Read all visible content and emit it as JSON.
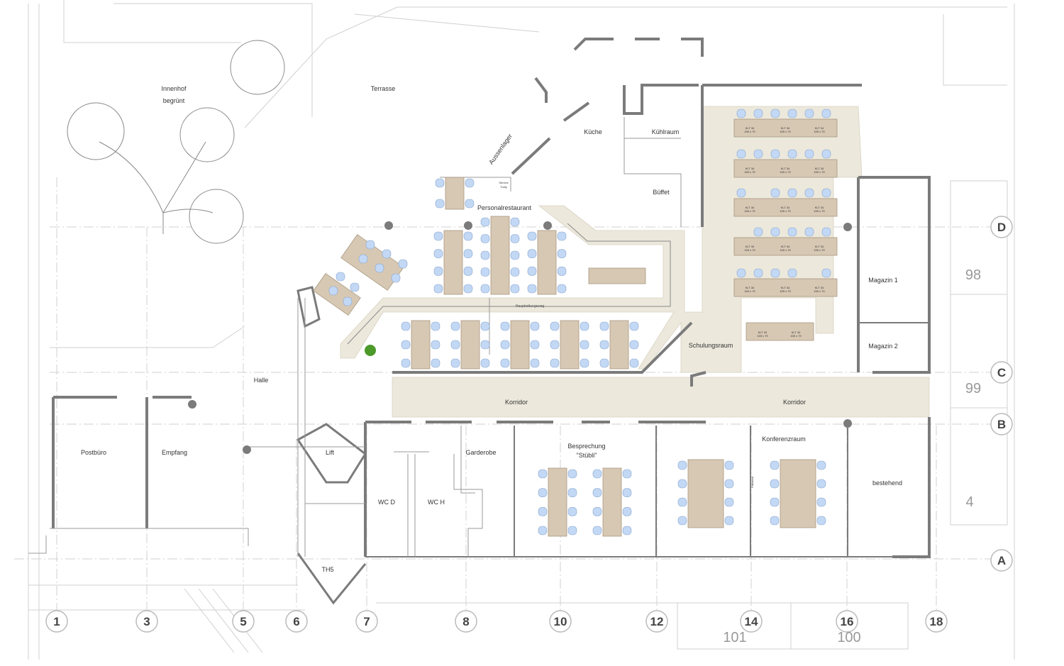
{
  "rooms": {
    "innenhof_line1": "Innenhof",
    "innenhof_line2": "begrünt",
    "terrasse": "Terrasse",
    "kueche": "Küche",
    "kuehlraum": "Kühlraum",
    "aussenlager": "Aussenlager",
    "service_line1": "Service",
    "service_line2": "Trolly",
    "bueffet": "Büffet",
    "personalrestaurant": "Personalrestaurant",
    "hauptrettungsweg": "Hauptrettungsweg",
    "schulungsraum": "Schulungsraum",
    "magazin1": "Magazin 1",
    "magazin2": "Magazin 2",
    "halle": "Halle",
    "korridor_left": "Korridor",
    "korridor_right": "Korridor",
    "lift": "Lift",
    "postbuero": "Postbüro",
    "empfang": "Empfang",
    "garderobe": "Garderobe",
    "wc_d": "WC D",
    "wc_h": "WC H",
    "besprechung_line1": "Besprechung",
    "besprechung_line2": "\"Stübli\"",
    "konferenzraum": "Konferenzraum",
    "bestehend": "bestehend",
    "th5": "TH5",
    "faltwand": "Faltwand"
  },
  "table_label": "KLT 34",
  "table_size": "159 x 79",
  "axes_vertical": [
    "1",
    "3",
    "5",
    "6",
    "7",
    "8",
    "10",
    "12",
    "14",
    "16",
    "18"
  ],
  "axes_horizontal": [
    "D",
    "C",
    "B",
    "A"
  ],
  "building_numbers": {
    "b98": "98",
    "b99": "99",
    "b4": "4",
    "b101": "101",
    "b100": "100"
  },
  "colors": {
    "wall": "#7b7b7b",
    "table": "#d7c8b4",
    "chair": "#c2d8f5",
    "floor_highlight": "#ece8dc",
    "line": "#c8c8c8"
  }
}
